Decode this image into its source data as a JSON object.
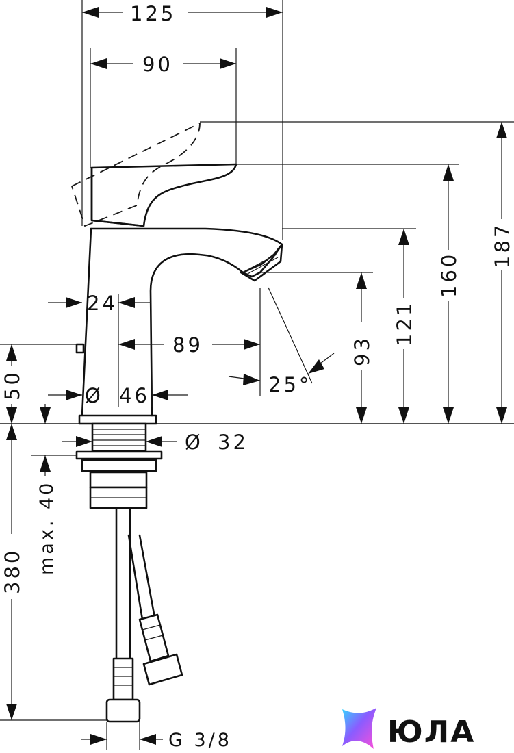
{
  "dimensions": {
    "width_total": "125",
    "width_handle": "90",
    "height_total": "187",
    "height_handle": "160",
    "height_spout": "121",
    "height_outlet": "93",
    "offset_24": "24",
    "reach_89": "89",
    "angle_25": "25°",
    "body_diameter_symbol": "Ø",
    "body_diameter_value": "46",
    "shank_diameter_symbol": "Ø",
    "shank_diameter_value": "32",
    "height_50": "50",
    "max_40": "max. 40",
    "hose_380": "380",
    "thread": "G 3/8"
  },
  "logo": {
    "text": "ЮЛА",
    "gradient": [
      "#5b6cff",
      "#b34dff",
      "#ff4fd8",
      "#34d6ff"
    ]
  }
}
